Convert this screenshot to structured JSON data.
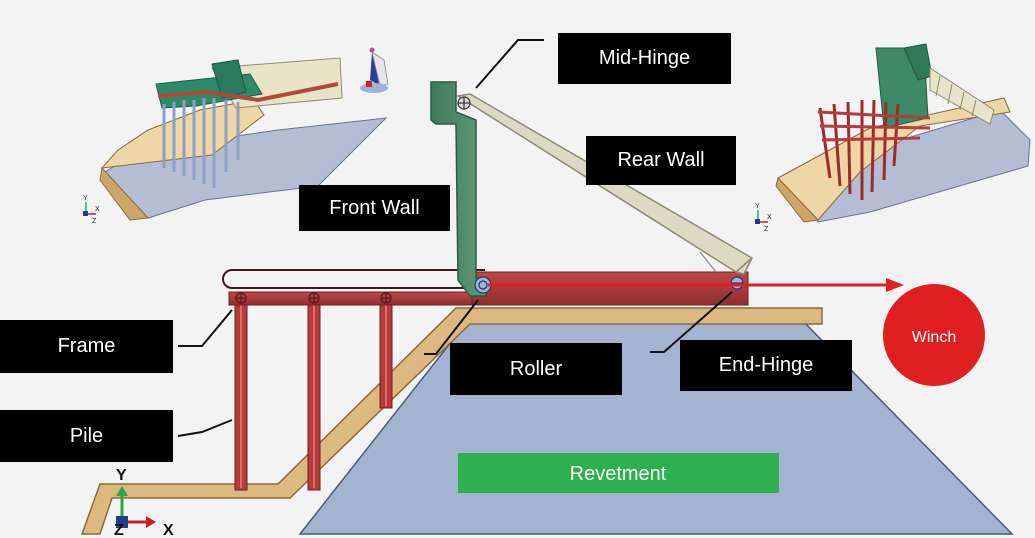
{
  "labels": {
    "mid_hinge": "Mid-Hinge",
    "rear_wall": "Rear Wall",
    "front_wall": "Front Wall",
    "frame": "Frame",
    "roller": "Roller",
    "end_hinge": "End-Hinge",
    "pile": "Pile",
    "revetment": "Revetment",
    "winch": "Winch"
  },
  "axes": {
    "y": "Y",
    "z": "Z",
    "x": "X"
  },
  "mini_axes": {
    "y": "Y",
    "x": "X",
    "z": "Z"
  },
  "colors": {
    "background": "#f3f3f3",
    "revetment_fill": "#a4b3cf",
    "sand": "#dcb980",
    "sand_edge": "#8a6a3a",
    "steel_red": "#b43c3c",
    "steel_dark": "#6e1e1e",
    "front_wall": "#4d8a6a",
    "rear_wall": "#dcd9c4",
    "winch": "#e02020",
    "revetment_label": "#2db04e",
    "callout": "#000000"
  },
  "icons": {
    "axis_triad": "xyz-triad-icon",
    "view_cube": "view-orientation-icon"
  }
}
